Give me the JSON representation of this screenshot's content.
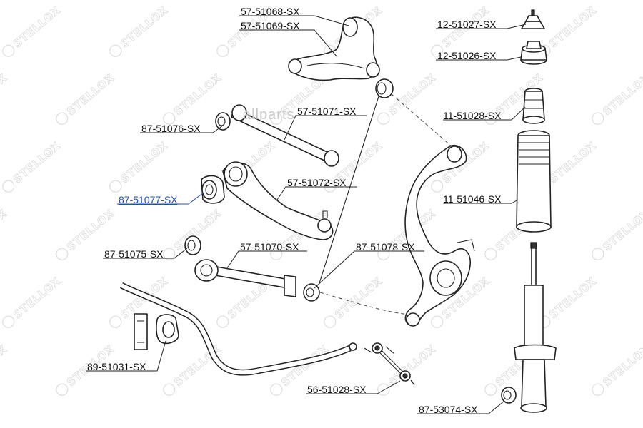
{
  "watermark": {
    "brand": "STELLOX",
    "site": "allparts"
  },
  "colors": {
    "label": "#111111",
    "highlight": "#2050b0",
    "watermark": "#d9d9d9"
  },
  "labels": [
    {
      "id": "lbl-57-51068",
      "text": "57-51068-SX",
      "highlighted": false
    },
    {
      "id": "lbl-57-51069",
      "text": "57-51069-SX",
      "highlighted": false
    },
    {
      "id": "lbl-12-51027",
      "text": "12-51027-SX",
      "highlighted": false
    },
    {
      "id": "lbl-12-51026",
      "text": "12-51026-SX",
      "highlighted": false
    },
    {
      "id": "lbl-11-51028",
      "text": "11-51028-SX",
      "highlighted": false
    },
    {
      "id": "lbl-57-51071",
      "text": "57-51071-SX",
      "highlighted": false
    },
    {
      "id": "lbl-87-51076",
      "text": "87-51076-SX",
      "highlighted": false
    },
    {
      "id": "lbl-57-51072",
      "text": "57-51072-SX",
      "highlighted": false
    },
    {
      "id": "lbl-87-51077",
      "text": "87-51077-SX",
      "highlighted": true
    },
    {
      "id": "lbl-11-51046",
      "text": "11-51046-SX",
      "highlighted": false
    },
    {
      "id": "lbl-87-51075",
      "text": "87-51075-SX",
      "highlighted": false
    },
    {
      "id": "lbl-57-51070",
      "text": "57-51070-SX",
      "highlighted": false
    },
    {
      "id": "lbl-87-51078",
      "text": "87-51078-SX",
      "highlighted": false
    },
    {
      "id": "lbl-89-51031",
      "text": "89-51031-SX",
      "highlighted": false
    },
    {
      "id": "lbl-56-51028",
      "text": "56-51028-SX",
      "highlighted": false
    },
    {
      "id": "lbl-87-53074",
      "text": "87-53074-SX",
      "highlighted": false
    }
  ]
}
